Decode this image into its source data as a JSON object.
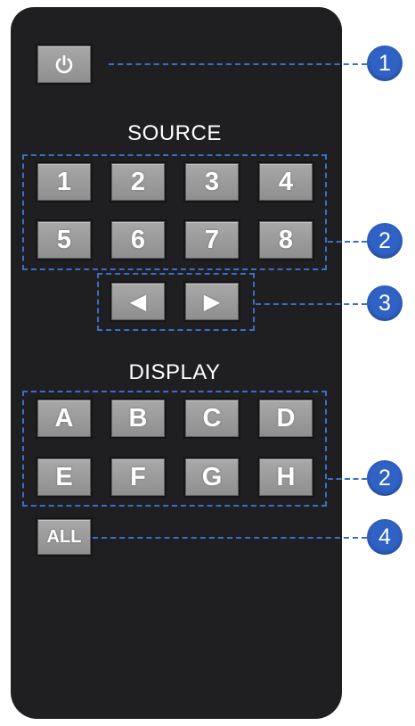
{
  "remote": {
    "power_icon": "power-icon",
    "source_title": "SOURCE",
    "source_keys": [
      "1",
      "2",
      "3",
      "4",
      "5",
      "6",
      "7",
      "8"
    ],
    "arrow_keys": {
      "left": "◀",
      "right": "▶"
    },
    "display_title": "DISPLAY",
    "display_keys": [
      "A",
      "B",
      "C",
      "D",
      "E",
      "F",
      "G",
      "H"
    ],
    "all_label": "ALL"
  },
  "callouts": [
    "1",
    "2",
    "3",
    "2",
    "4"
  ],
  "colors": {
    "remote_body": "#1f1f21",
    "button_face": "#9c9c9c",
    "callout": "#2f62c4",
    "leader_line": "#3b6fc6"
  }
}
